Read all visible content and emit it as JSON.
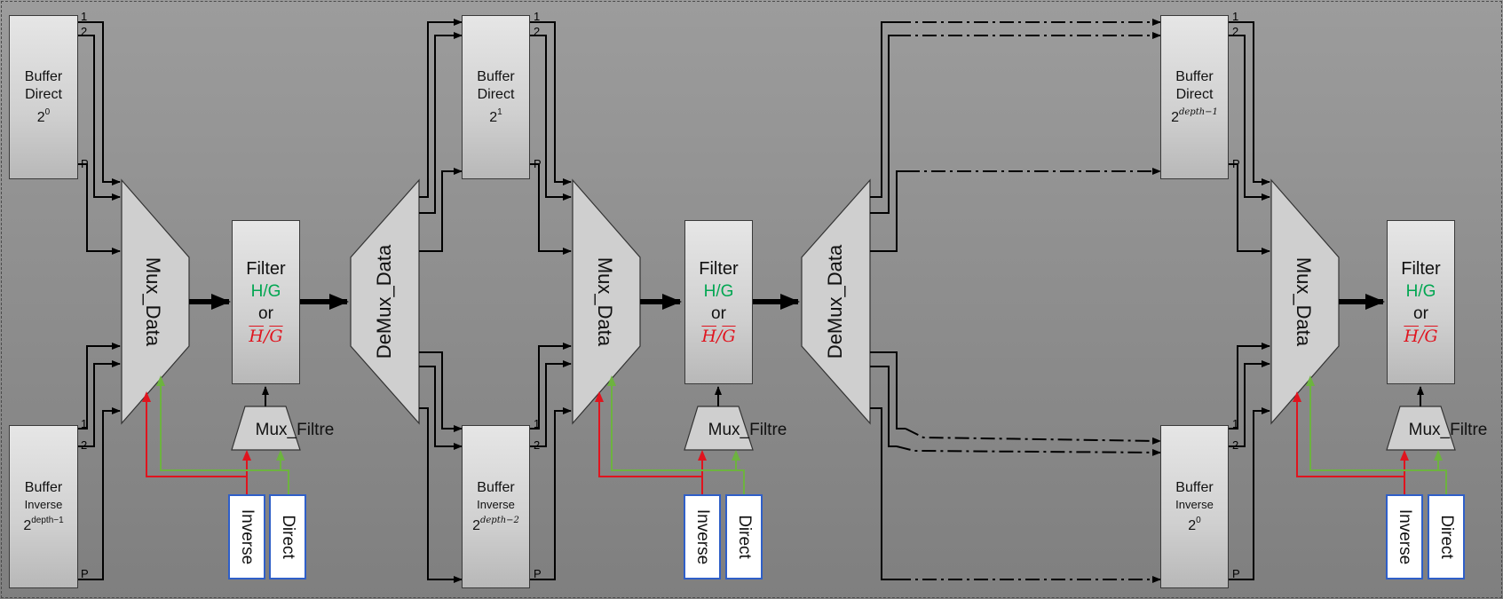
{
  "ports": {
    "one": "1",
    "two": "2",
    "p": "P"
  },
  "buffers": {
    "direct": [
      {
        "line1": "Buffer",
        "line2": "Direct",
        "base": "2",
        "exp": "0"
      },
      {
        "line1": "Buffer",
        "line2": "Direct",
        "base": "2",
        "exp": "1"
      },
      {
        "line1": "Buffer",
        "line2": "Direct",
        "base": "2",
        "exp": "depth−1"
      }
    ],
    "inverse": [
      {
        "line1": "Buffer",
        "line2": "Inverse",
        "base": "2",
        "exp": "depth−1"
      },
      {
        "line1": "Buffer",
        "line2": "Inverse",
        "base": "2",
        "exp": "depth−2"
      },
      {
        "line1": "Buffer",
        "line2": "Inverse",
        "base": "2",
        "exp": "0"
      }
    ]
  },
  "mux_data_label": "Mux_Data",
  "demux_data_label": "DeMux_Data",
  "mux_filtre_label": "Mux_Filtre",
  "filter": {
    "title": "Filter",
    "hg": "H/G",
    "or": "or",
    "inv_h": "H",
    "inv_g": "G"
  },
  "controls": {
    "inverse": "Inverse",
    "direct": "Direct"
  },
  "colors": {
    "inverse_signal": "#e0141e",
    "direct_signal": "#6db33f",
    "control_border": "#2f5fc8",
    "hg_text": "#00a651"
  }
}
